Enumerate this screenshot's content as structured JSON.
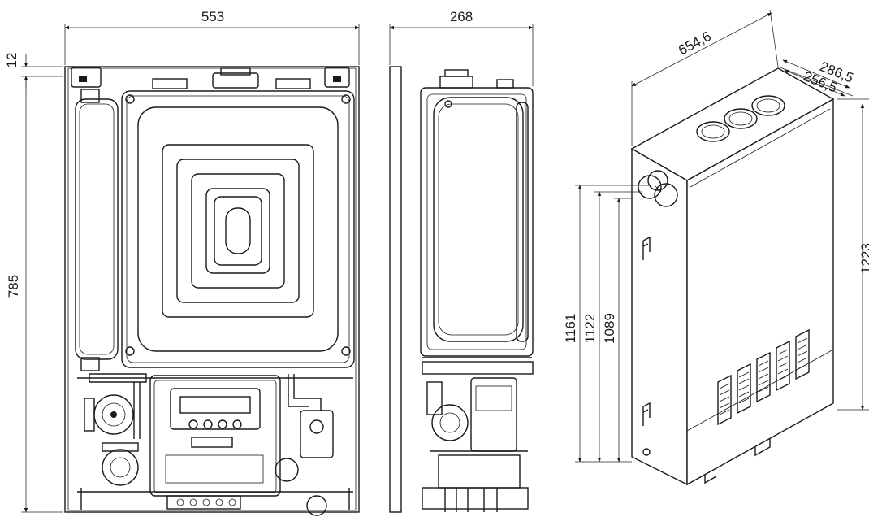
{
  "dimensions": {
    "front_width": "553",
    "side_depth": "268",
    "top_offset": "12",
    "front_height": "785",
    "casing_length": "654,6",
    "casing_depth_outer": "286,5",
    "casing_depth_inner": "256,5",
    "casing_height": "1223",
    "connection_height_1": "1161",
    "connection_height_2": "1122",
    "connection_height_3": "1089"
  }
}
